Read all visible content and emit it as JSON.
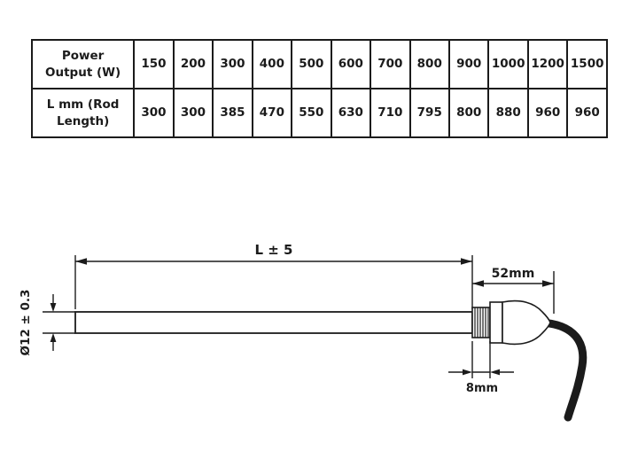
{
  "table": {
    "rows": [
      {
        "label": "Power Output (W)",
        "values": [
          "150",
          "200",
          "300",
          "400",
          "500",
          "600",
          "700",
          "800",
          "900",
          "1000",
          "1200",
          "1500"
        ]
      },
      {
        "label": "L mm (Rod Length)",
        "values": [
          "300",
          "300",
          "385",
          "470",
          "550",
          "630",
          "710",
          "795",
          "800",
          "880",
          "960",
          "960"
        ]
      }
    ]
  },
  "drawing": {
    "length_label": "L ± 5",
    "connector_length_label": "52mm",
    "diameter_label": "Ø12 ± 0.3",
    "thread_length_label": "8mm"
  },
  "colors": {
    "line": "#1b1b1b",
    "background": "#ffffff"
  }
}
